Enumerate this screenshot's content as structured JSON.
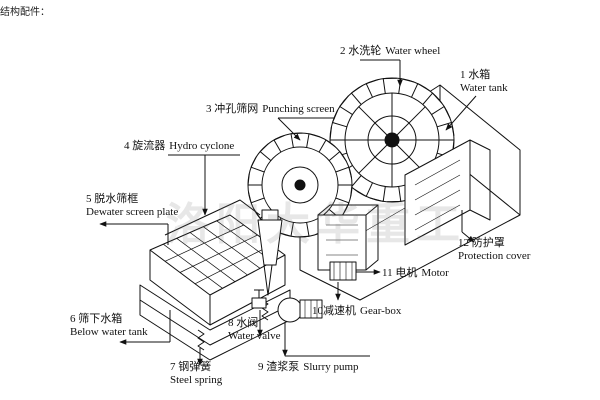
{
  "header": {
    "text": "结构配件："
  },
  "colors": {
    "ink": "#111111",
    "paper": "#ffffff"
  },
  "callouts": [
    {
      "id": 1,
      "num": "1",
      "cn": "水箱",
      "en": "Water tank"
    },
    {
      "id": 2,
      "num": "2",
      "cn": "水洗轮",
      "en": "Water wheel"
    },
    {
      "id": 3,
      "num": "3",
      "cn": "冲孔筛网",
      "en": "Punching screen"
    },
    {
      "id": 4,
      "num": "4",
      "cn": "旋流器",
      "en": "Hydro cyclone"
    },
    {
      "id": 5,
      "num": "5",
      "cn": "脱水筛框",
      "en": "Dewater screen plate"
    },
    {
      "id": 6,
      "num": "6",
      "cn": "筛下水箱",
      "en": "Below water tank"
    },
    {
      "id": 7,
      "num": "7",
      "cn": "钢弹簧",
      "en": "Steel spring"
    },
    {
      "id": 8,
      "num": "8",
      "cn": "水阀",
      "en": "Water valve"
    },
    {
      "id": 9,
      "num": "9",
      "cn": "渣浆泵",
      "en": "Slurry pump"
    },
    {
      "id": 10,
      "num": "10",
      "cn": "减速机",
      "en": "Gear-box"
    },
    {
      "id": 11,
      "num": "11",
      "cn": "电机",
      "en": "Motor"
    },
    {
      "id": 12,
      "num": "12",
      "cn": "防护罩",
      "en": "Protection cover"
    }
  ]
}
